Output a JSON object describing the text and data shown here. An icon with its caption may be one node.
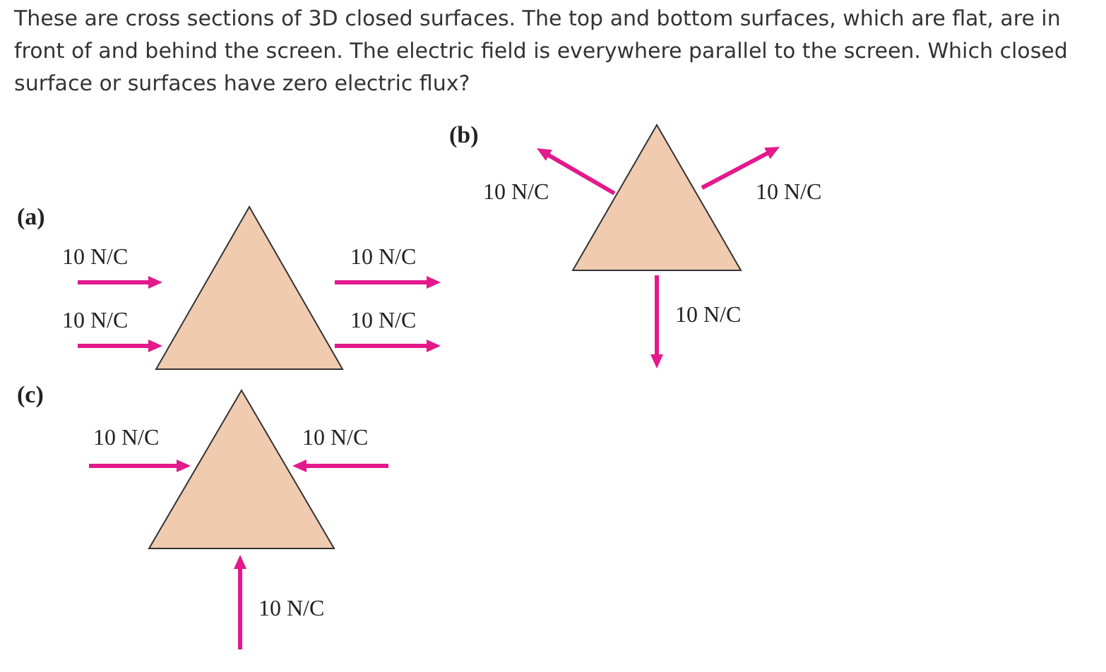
{
  "diagram": {
    "title": "These are cross sections of 3D closed surfaces. The top and bottom surfaces, which are flat, are in front of and behind the screen. The electric field is everywhere parallel to the screen. Which closed surface or surfaces have zero electric flux?",
    "nodes": [
      {
        "text": [],
        "shape": "triangle"
      },
      {
        "text": [],
        "shape": "triangle"
      },
      {
        "text": [],
        "shape": "triangle"
      }
    ],
    "labels": [
      "(b)",
      "10 N/C",
      "10 N/C",
      "(a)",
      "10 N/C",
      "10 N/C",
      "10 N/C",
      "10 N/C",
      "10 N/C",
      "(c)",
      "10 N/C",
      "10 N/C",
      "10 N/C"
    ]
  }
}
